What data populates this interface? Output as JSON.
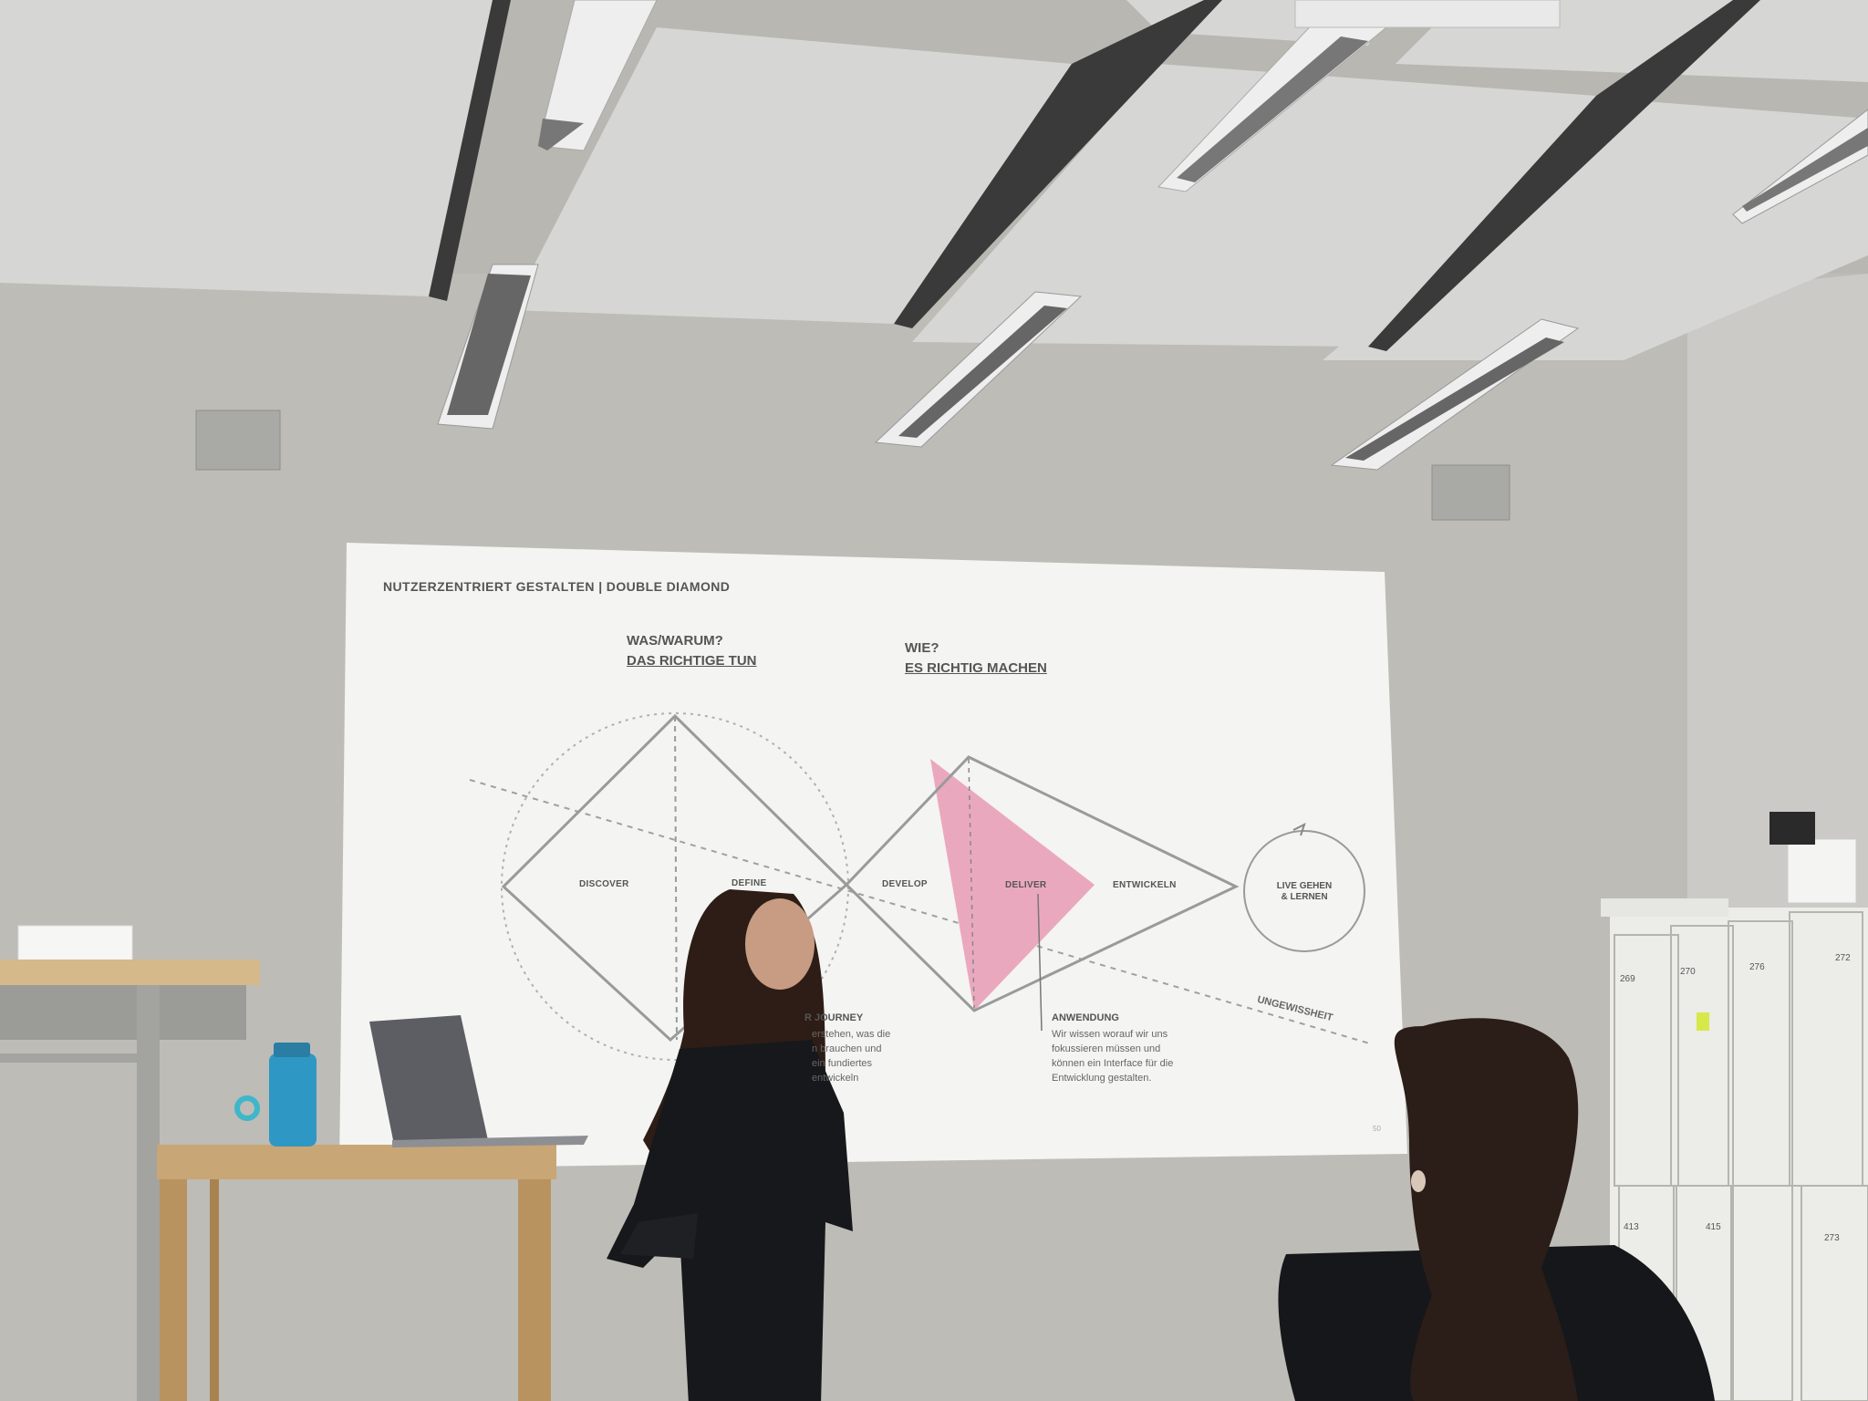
{
  "slide": {
    "header": "NUTZERZENTRIERT GESTALTEN | DOUBLE DIAMOND",
    "left_question": "WAS/WARUM?",
    "left_subtitle": "DAS RICHTIGE TUN",
    "right_question": "WIE?",
    "right_subtitle": "ES RICHTIG MACHEN",
    "labels": {
      "discover": "DISCOVER",
      "define": "DEFINE",
      "develop": "DEVELOP",
      "deliver": "DELIVER",
      "entwickeln": "ENTWICKELN",
      "live_line1": "LIVE GEHEN",
      "live_line2": "& LERNEN",
      "ungewissheit": "UNGEWISSHEIT"
    },
    "journey": {
      "title": "R JOURNEY",
      "lines": [
        "erstehen, was die",
        "n brauchen und",
        "ein fundiertes",
        "entwickeln"
      ]
    },
    "anwendung": {
      "title": "ANWENDUNG",
      "lines": [
        "Wir wissen worauf wir uns",
        "fokussieren müssen und",
        "können ein Interface für die",
        "Entwicklung gestalten."
      ]
    },
    "page_number": "50"
  },
  "lockers": [
    "269",
    "270",
    "276",
    "272",
    "413",
    "415",
    "273"
  ],
  "colors": {
    "wall": "#bdbcb7",
    "ceiling": "#cfcfcc",
    "slide_bg": "#f4f4f2",
    "diamond_line": "#9a9a9a",
    "deliver_fill": "#eaa8bf",
    "table_wood": "#c9a676",
    "bottle": "#2f97c4"
  }
}
